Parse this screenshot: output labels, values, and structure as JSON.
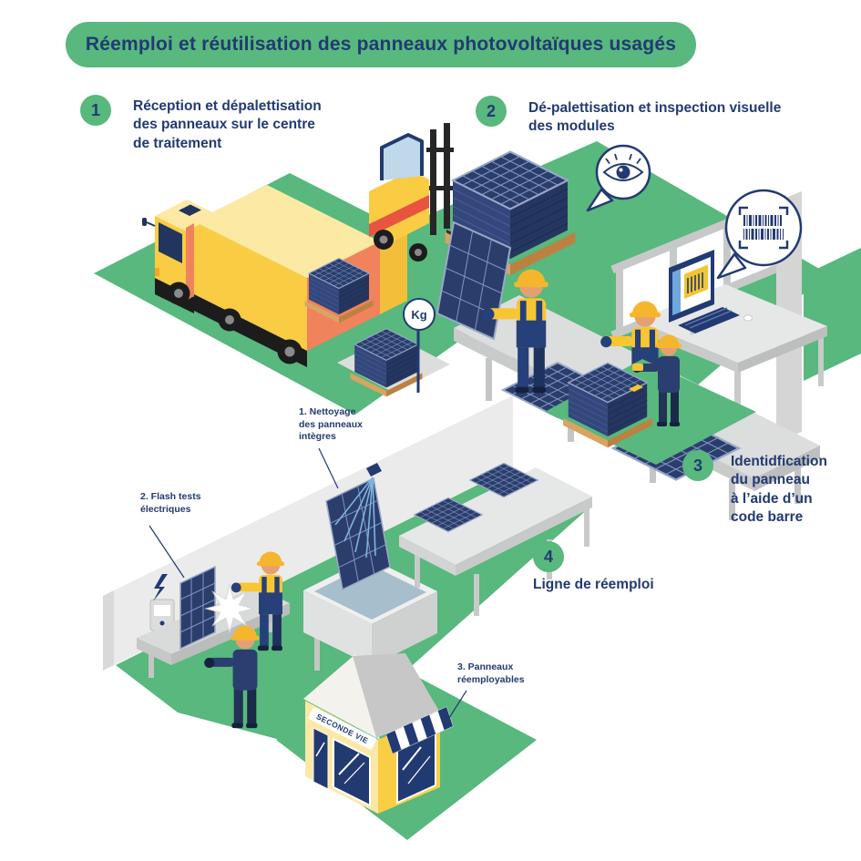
{
  "header": {
    "title": "Réemploi et réutilisation des panneaux photovoltaïques usagés"
  },
  "steps": {
    "step1": {
      "number": "1",
      "label": "Réception et dépalettisation\ndes panneaux sur le centre\nde traitement"
    },
    "step2": {
      "number": "2",
      "label": "Dé-palettisation et inspection visuelle\ndes modules"
    },
    "step3": {
      "number": "3",
      "label": "Identidfication\ndu panneau\nà l’aide d’un\ncode barre"
    },
    "step4": {
      "number": "4",
      "label": "Ligne de réemploi"
    }
  },
  "reuse_line": {
    "cleaning": "1. Nettoyage\ndes panneaux\nintègres",
    "flash_tests": "2. Flash tests\nélectriques",
    "reusable_panels": "3. Panneaux\nréemployables"
  },
  "signs": {
    "kg": "Kg",
    "shop": "SECONDE VIE"
  },
  "icons": {
    "inspection": "eye-icon",
    "identification": "barcode-icon",
    "electric": "lightning-bolt-icon",
    "cleaning": "water-spray-icon",
    "weighing": "kg-sign"
  },
  "colors": {
    "green": "#58B87D",
    "navy": "#223A72",
    "truck_yellow": "#FACC44",
    "pale_yellow": "#FCE9A4",
    "orange": "#F0825C",
    "panel_navy": "#2B3E6B",
    "hat_yellow": "#F5B62D",
    "wall_gray": "#EBEBEB",
    "pallet_tan": "#D9A45F"
  }
}
